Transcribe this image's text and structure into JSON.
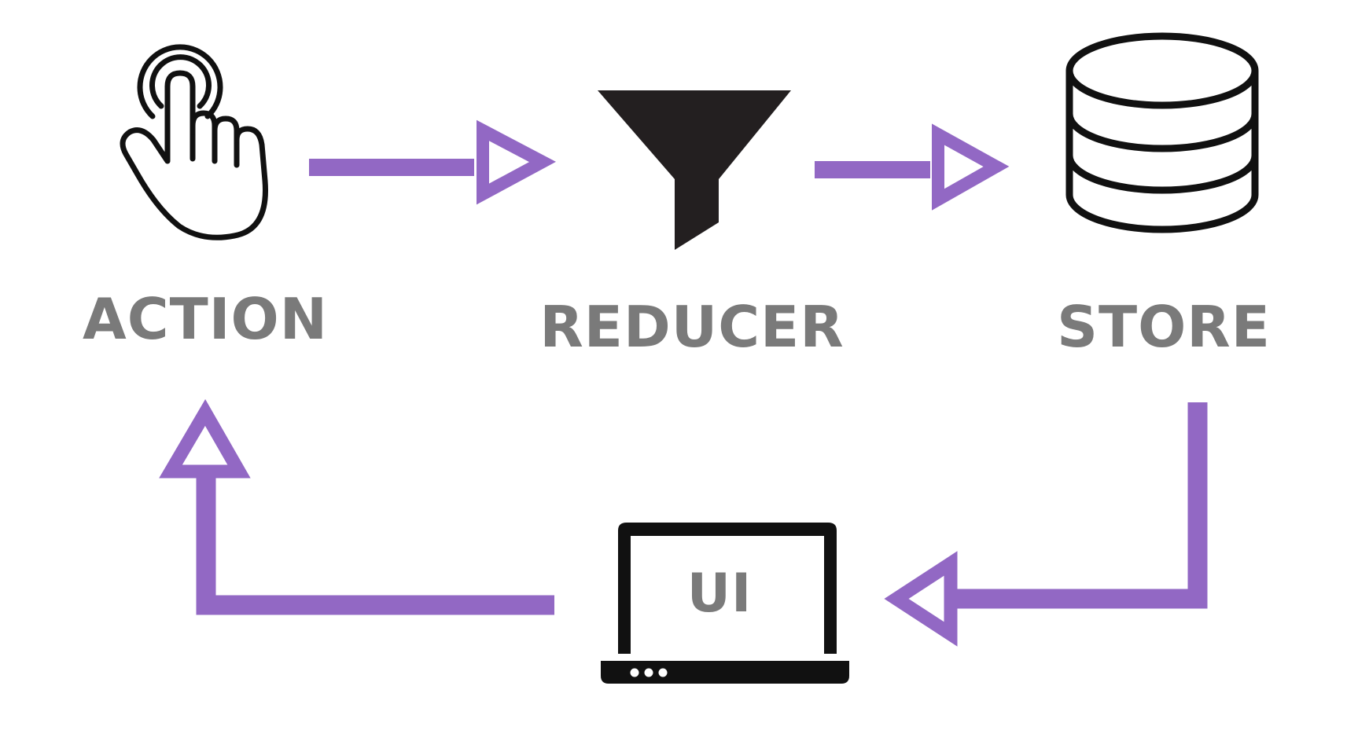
{
  "nodes": {
    "action": {
      "label": "ACTION",
      "icon": "tap-hand-icon"
    },
    "reducer": {
      "label": "REDUCER",
      "icon": "funnel-icon"
    },
    "store": {
      "label": "STORE",
      "icon": "database-icon"
    },
    "ui": {
      "label": "UI",
      "icon": "laptop-icon"
    }
  },
  "edges": [
    {
      "from": "ACTION",
      "to": "REDUCER"
    },
    {
      "from": "REDUCER",
      "to": "STORE"
    },
    {
      "from": "STORE",
      "to": "UI"
    },
    {
      "from": "UI",
      "to": "ACTION"
    }
  ],
  "colors": {
    "arrow": "#9268c4",
    "icon": "#111111",
    "label": "#7a7a7a",
    "background": "#ffffff"
  }
}
